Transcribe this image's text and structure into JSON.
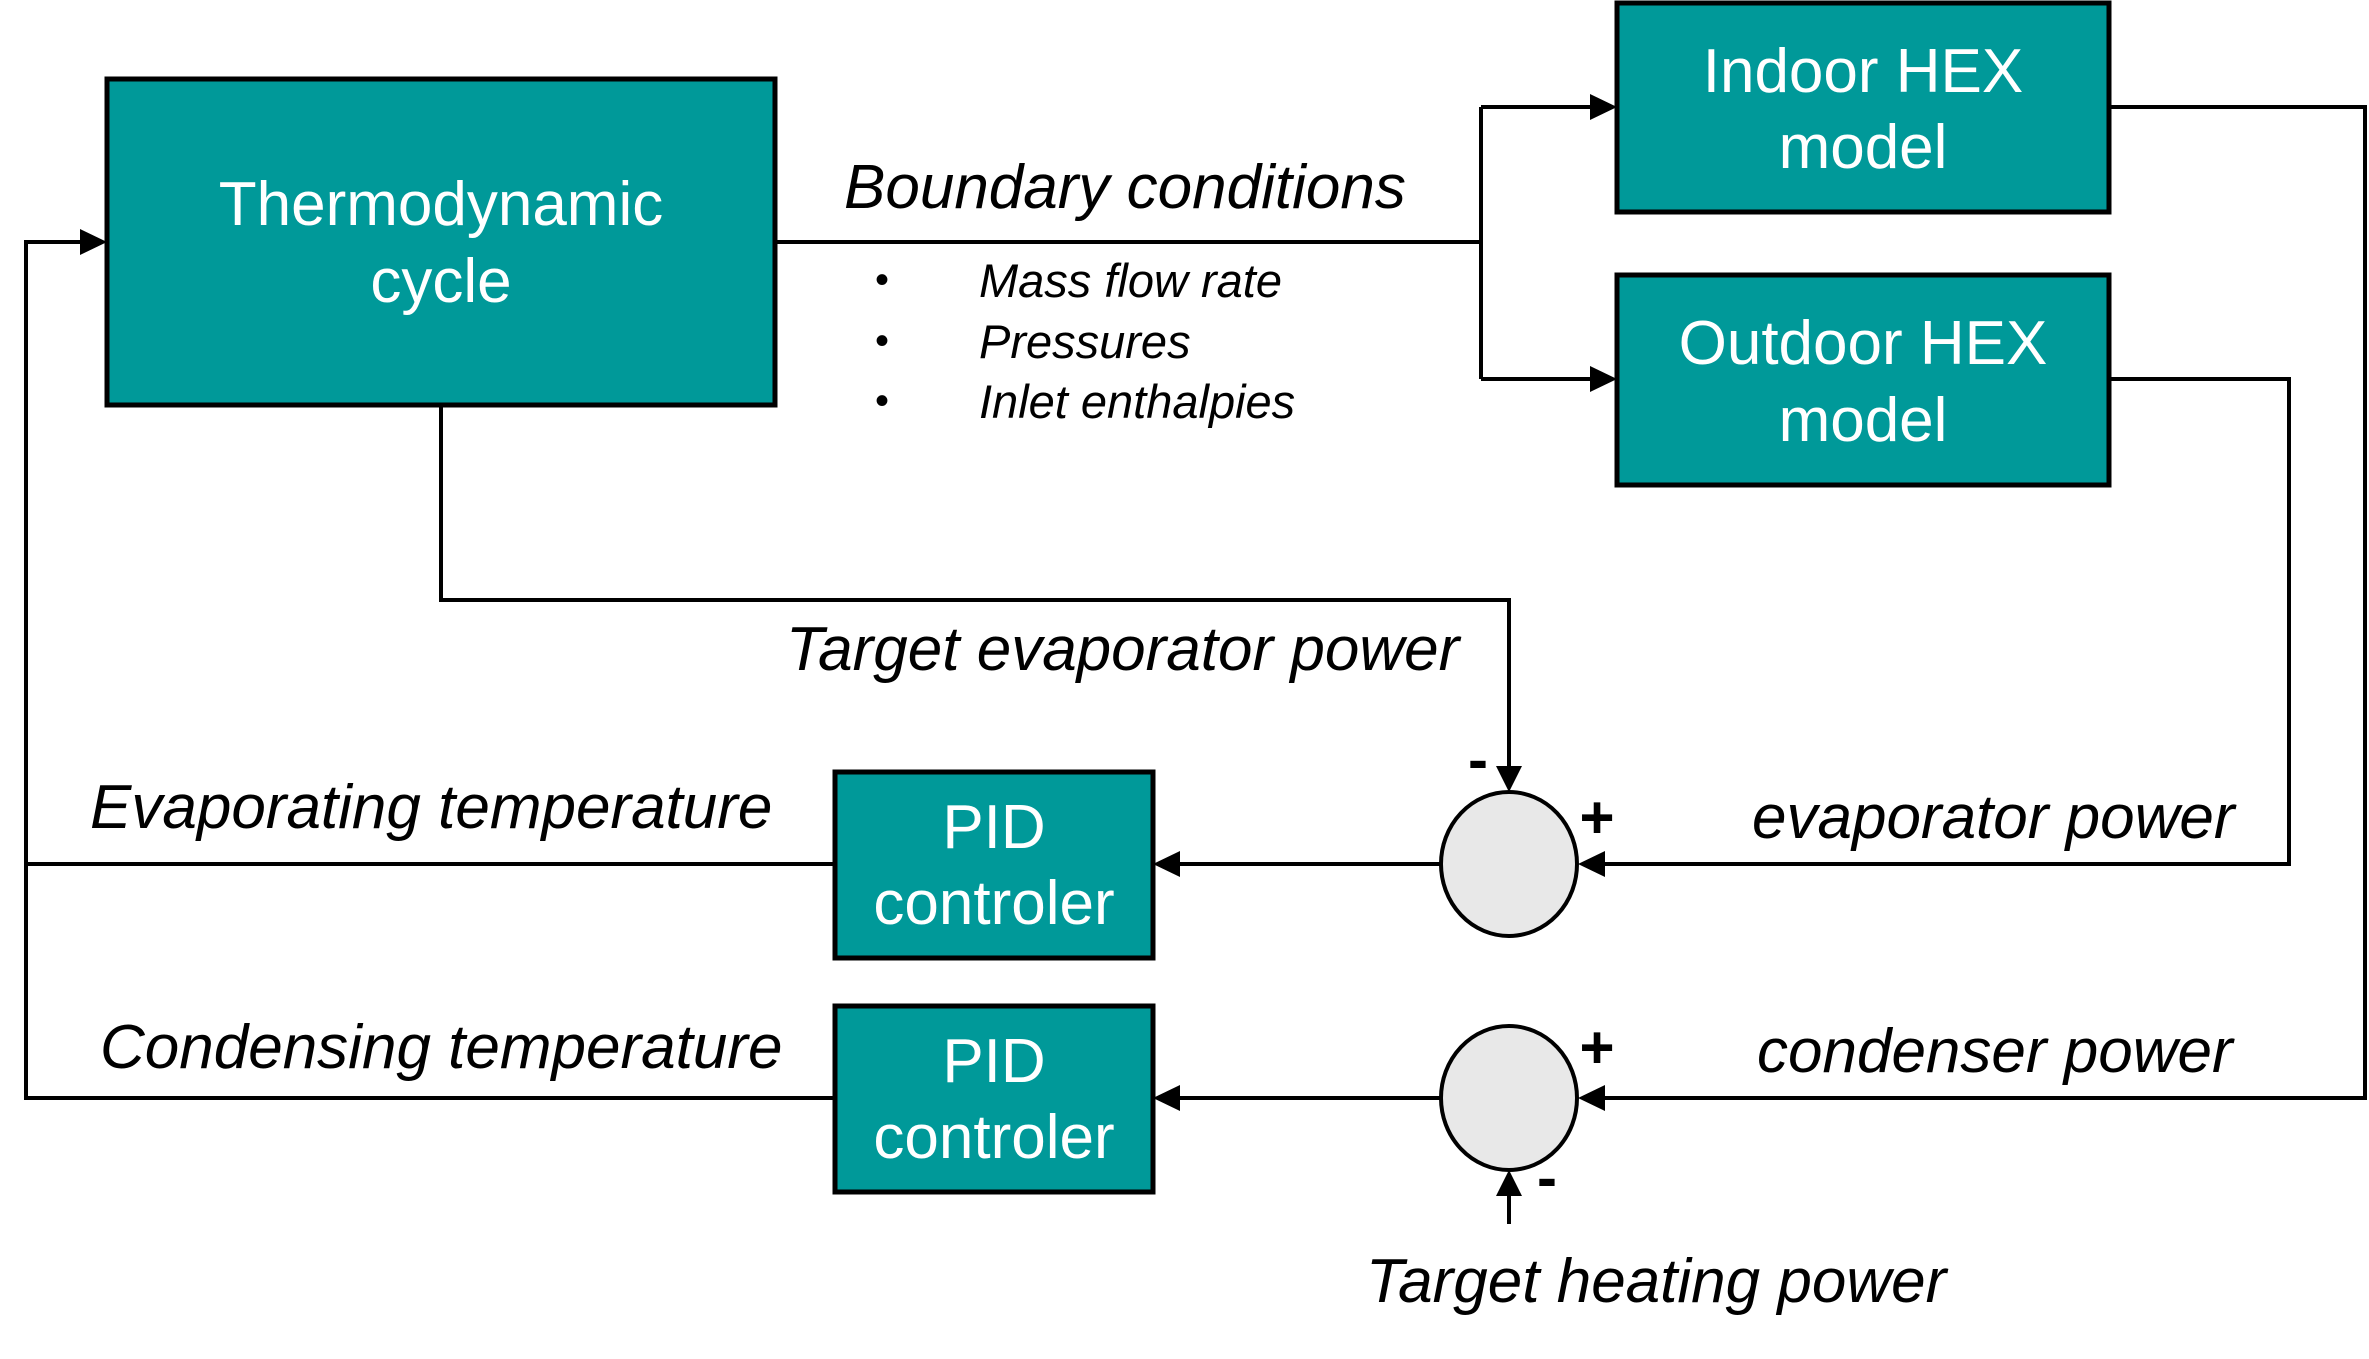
{
  "colors": {
    "block_fill": "#009999",
    "block_text": "#ffffff",
    "junction_fill": "#e8e8e8",
    "line": "#000000"
  },
  "blocks": {
    "thermo": {
      "line1": "Thermodynamic",
      "line2": "cycle"
    },
    "indoor": {
      "line1": "Indoor HEX",
      "line2": "model"
    },
    "outdoor": {
      "line1": "Outdoor HEX",
      "line2": "model"
    },
    "pid_evap": {
      "line1": "PID",
      "line2": "controler"
    },
    "pid_cond": {
      "line1": "PID",
      "line2": "controler"
    }
  },
  "boundary": {
    "title": "Boundary conditions",
    "bullet_glyph": "•",
    "items": [
      "Mass flow rate",
      "Pressures",
      "Inlet enthalpies"
    ]
  },
  "signals": {
    "target_evaporator_power": "Target evaporator power",
    "evaporator_power": "evaporator power",
    "condenser_power": "condenser power",
    "target_heating_power": "Target heating power",
    "evaporating_temperature": "Evaporating temperature",
    "condensing_temperature": "Condensing temperature"
  },
  "junctions": {
    "evap": {
      "top_sign": "-",
      "right_sign": "+"
    },
    "cond": {
      "right_sign": "+",
      "bottom_sign": "-"
    }
  }
}
